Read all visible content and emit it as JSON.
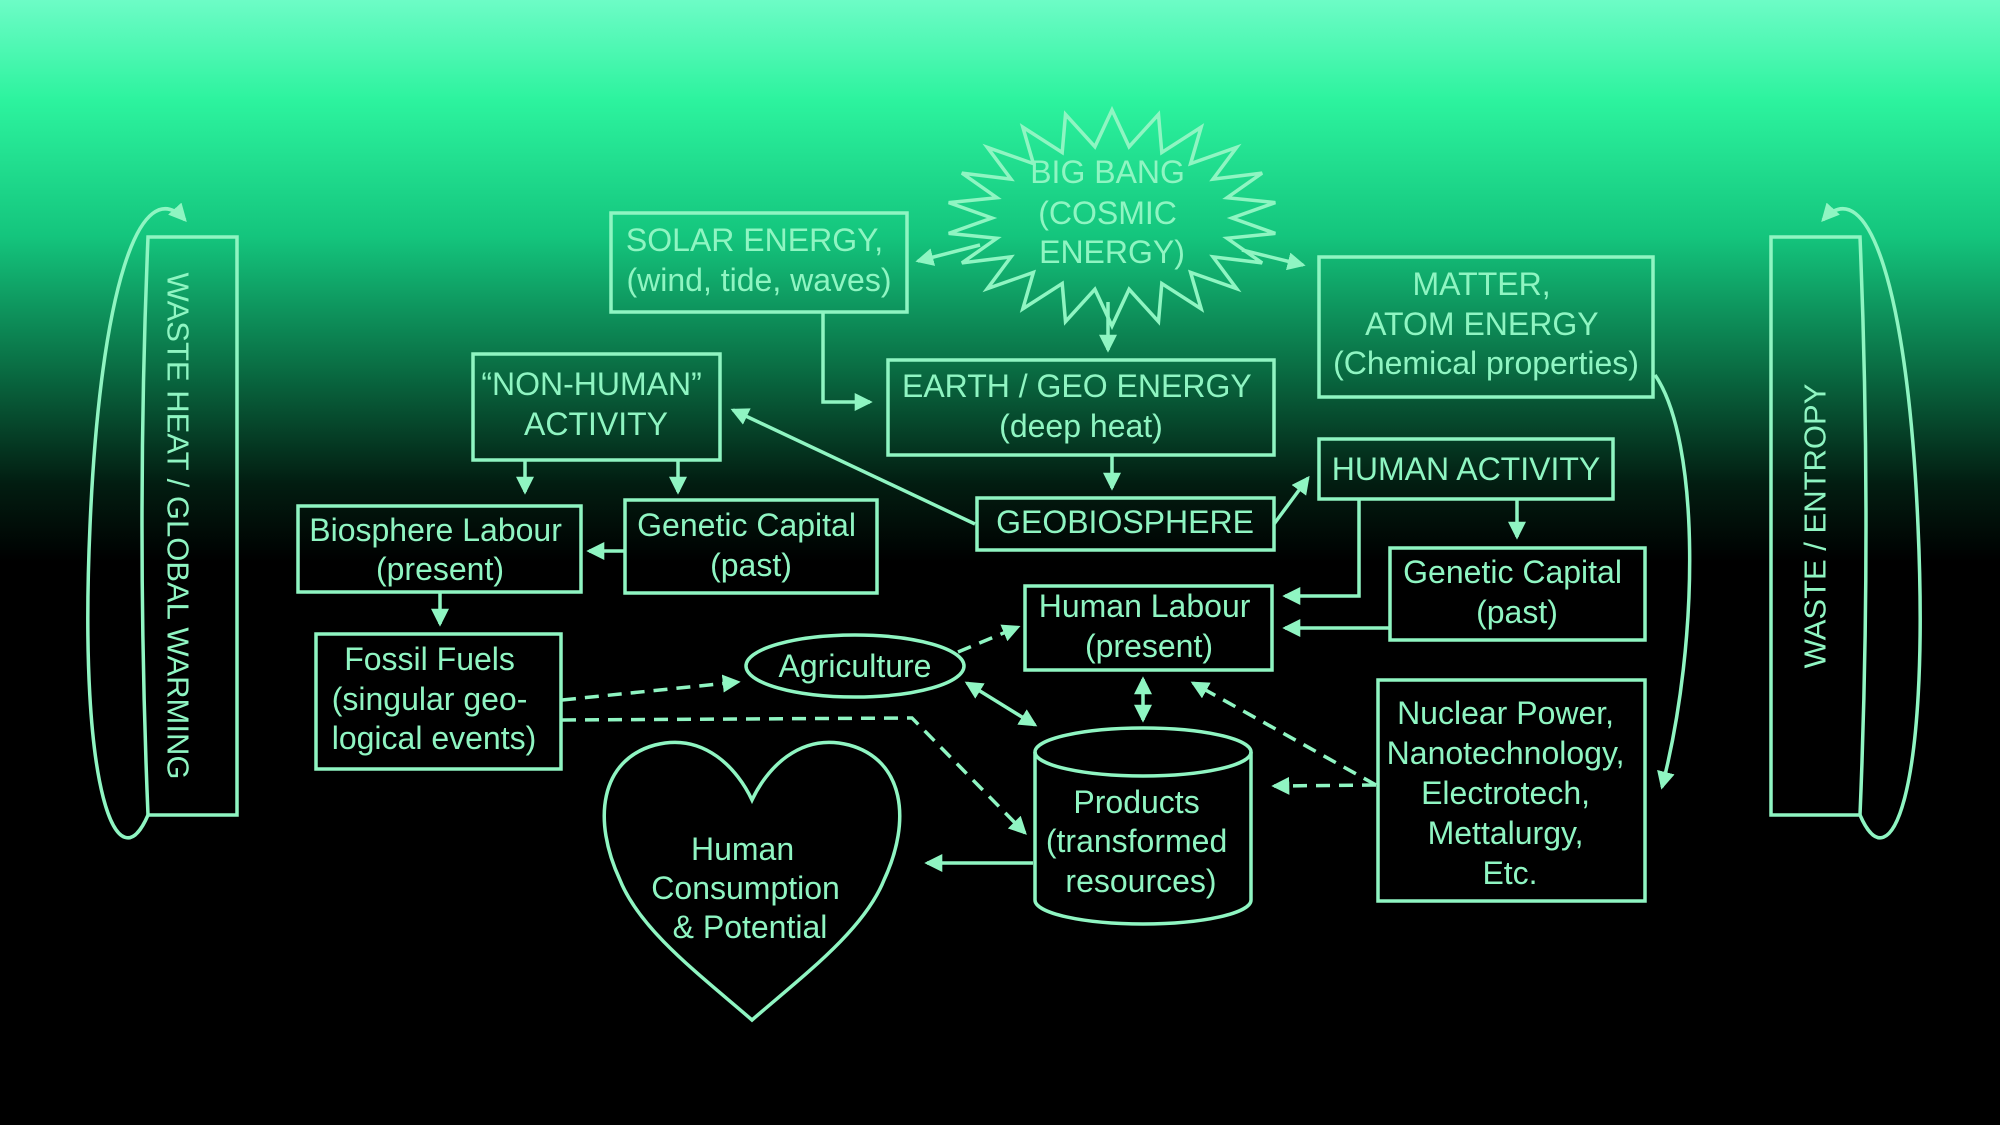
{
  "colors": {
    "line": "#8ff5c2",
    "background_top": "#6dfcc6",
    "background_bottom": "#000000"
  },
  "nodes": {
    "big_bang": [
      "BIG BANG",
      "(COSMIC",
      "ENERGY)"
    ],
    "solar": [
      "SOLAR ENERGY,",
      "(wind, tide, waves)"
    ],
    "matter": [
      "MATTER,",
      "ATOM ENERGY",
      "(Chemical properties)"
    ],
    "earth": [
      "EARTH / GEO ENERGY",
      "(deep heat)"
    ],
    "non_human": [
      "“NON-HUMAN”",
      "ACTIVITY"
    ],
    "geobiosphere": [
      "GEOBIOSPHERE"
    ],
    "human_activity": [
      "HUMAN ACTIVITY"
    ],
    "biosphere_labour": [
      "Biosphere Labour",
      "(present)"
    ],
    "genetic_left": [
      "Genetic Capital",
      "(past)"
    ],
    "genetic_right": [
      "Genetic Capital",
      "(past)"
    ],
    "human_labour": [
      "Human Labour",
      "(present)"
    ],
    "fossil": [
      "Fossil Fuels",
      "(singular geo-",
      "logical events)"
    ],
    "agriculture": [
      "Agriculture"
    ],
    "nuclear": [
      "Nuclear Power,",
      "Nanotechnology,",
      "Electrotech,",
      "Mettalurgy,",
      "Etc."
    ],
    "products": [
      "Products",
      "(transformed",
      "resources)"
    ],
    "consumption": [
      "Human",
      "Consumption",
      "& Potential"
    ]
  },
  "sides": {
    "left": "WASTE HEAT / GLOBAL WARMING",
    "right": "WASTE / ENTROPY"
  }
}
